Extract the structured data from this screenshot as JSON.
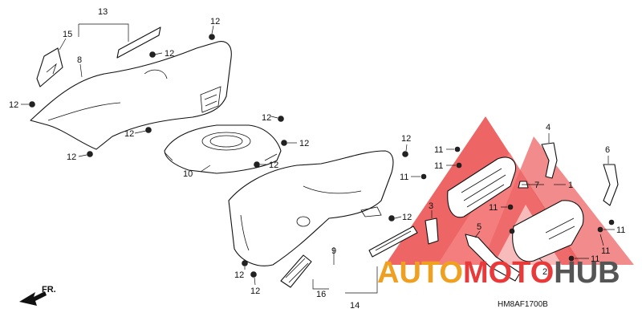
{
  "diagram": {
    "callouts": [
      {
        "id": "c13",
        "text": "13"
      },
      {
        "id": "c15",
        "text": "15"
      },
      {
        "id": "c8",
        "text": "8"
      },
      {
        "id": "c12a",
        "text": "12"
      },
      {
        "id": "c12b",
        "text": "12"
      },
      {
        "id": "c12c",
        "text": "12"
      },
      {
        "id": "c12d",
        "text": "12"
      },
      {
        "id": "c12e",
        "text": "12"
      },
      {
        "id": "c12f",
        "text": "12"
      },
      {
        "id": "c12g",
        "text": "12"
      },
      {
        "id": "c12h",
        "text": "12"
      },
      {
        "id": "c12i",
        "text": "12"
      },
      {
        "id": "c12j",
        "text": "12"
      },
      {
        "id": "c12k",
        "text": "12"
      },
      {
        "id": "c12l",
        "text": "12"
      },
      {
        "id": "c10",
        "text": "10"
      },
      {
        "id": "c9",
        "text": "9"
      },
      {
        "id": "c16",
        "text": "16"
      },
      {
        "id": "c14",
        "text": "14"
      },
      {
        "id": "c11a",
        "text": "11"
      },
      {
        "id": "c11b",
        "text": "11"
      },
      {
        "id": "c11c",
        "text": "11"
      },
      {
        "id": "c11d",
        "text": "11"
      },
      {
        "id": "c11e",
        "text": "11"
      },
      {
        "id": "c11f",
        "text": "11"
      },
      {
        "id": "c11g",
        "text": "11"
      },
      {
        "id": "c7",
        "text": "7"
      },
      {
        "id": "c1",
        "text": "1"
      },
      {
        "id": "c4",
        "text": "4"
      },
      {
        "id": "c6",
        "text": "6"
      },
      {
        "id": "c3",
        "text": "3"
      },
      {
        "id": "c5",
        "text": "5"
      },
      {
        "id": "c2",
        "text": "2"
      }
    ],
    "direction_label": "FR.",
    "drawing_code": "HM8AF1700B"
  },
  "watermark": {
    "word_part1": "AUTO",
    "word_part2": "MOTO",
    "word_part3": "HUB",
    "color_red": "#e83a3a",
    "color_orange": "#f0a020",
    "color_gray": "#555555"
  }
}
